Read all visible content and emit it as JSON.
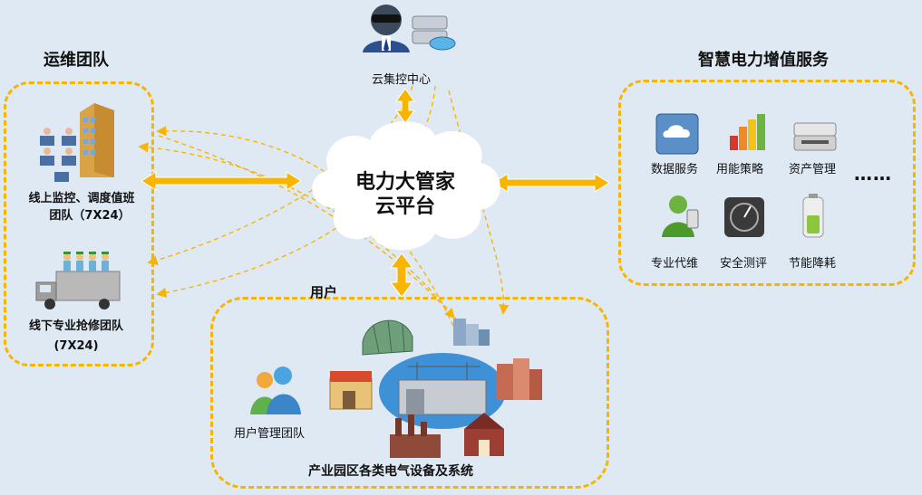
{
  "ops_team": {
    "title": "运维团队",
    "online_label_line1": "线上监控、调度值班",
    "online_label_line2": "团队（7X24）",
    "offline_label_line1": "线下专业抢修团队",
    "offline_label_line2": "(7X24)"
  },
  "control_center": {
    "label": "云集控中心"
  },
  "platform": {
    "line1": "电力大管家",
    "line2": "云平台"
  },
  "services": {
    "title": "智慧电力增值服务",
    "items": [
      {
        "label": "数据服务",
        "icon": "cloud-storage-icon"
      },
      {
        "label": "用能策略",
        "icon": "bar-chart-icon"
      },
      {
        "label": "资产管理",
        "icon": "server-icon"
      },
      {
        "label": "专业代维",
        "icon": "support-user-icon"
      },
      {
        "label": "安全测评",
        "icon": "gauge-icon"
      },
      {
        "label": "节能降耗",
        "icon": "battery-icon"
      }
    ],
    "more": "……"
  },
  "users": {
    "title": "用户",
    "management_team_label": "用户管理团队",
    "footer": "产业园区各类电气设备及系统"
  },
  "colors": {
    "accent": "#f7b500",
    "background": "#dfe9f4",
    "cloud": "#ffffff"
  }
}
